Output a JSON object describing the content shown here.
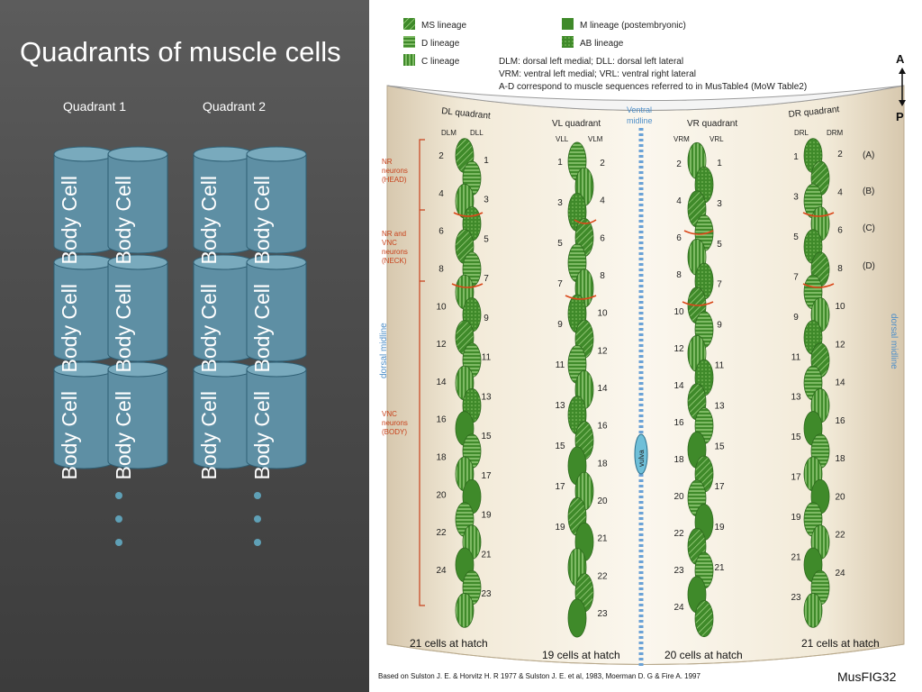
{
  "slide": {
    "title": "Quadrants of muscle cells",
    "quadrant_labels": [
      "Quadrant 1",
      "Quadrant 2"
    ],
    "cell_text": [
      "Cell",
      "Body"
    ]
  },
  "figure": {
    "legend": {
      "ms": "MS lineage",
      "d": "D lineage",
      "c": "C lineage",
      "m": "M lineage (postembryonic)",
      "ab": "AB lineage"
    },
    "notes": [
      "DLM: dorsal left medial; DLL: dorsal left lateral",
      "VRM: ventral left medial; VRL: ventral right lateral",
      "A-D correspond to muscle sequences referred to in MusTable4 (MoW Table2)"
    ],
    "axis": {
      "anterior": "A",
      "posterior": "P"
    },
    "quadrants": {
      "dl": {
        "title": "DL quadrant",
        "cols": [
          "DLM",
          "DLL"
        ],
        "left": [
          "2",
          "4",
          "6",
          "8",
          "10",
          "12",
          "14",
          "16",
          "18",
          "20",
          "22",
          "24"
        ],
        "right": [
          "1",
          "3",
          "5",
          "7",
          "9",
          "11",
          "13",
          "15",
          "17",
          "19",
          "21",
          "23"
        ],
        "footer": "21 cells at hatch"
      },
      "vl": {
        "title": "VL quadrant",
        "cols": [
          "VLL",
          "VLM"
        ],
        "left": [
          "1",
          "3",
          "5",
          "7",
          "9",
          "11",
          "13",
          "15",
          "17",
          "19"
        ],
        "right": [
          "2",
          "4",
          "6",
          "8",
          "10",
          "12",
          "14",
          "16",
          "18",
          "20",
          "21",
          "22",
          "23"
        ],
        "footer": "19 cells at hatch"
      },
      "vr": {
        "title": "VR quadrant",
        "cols": [
          "VRM",
          "VRL"
        ],
        "left": [
          "2",
          "4",
          "6",
          "8",
          "10",
          "12",
          "14",
          "16",
          "18",
          "20",
          "22",
          "23",
          "24"
        ],
        "right": [
          "1",
          "3",
          "5",
          "7",
          "9",
          "11",
          "13",
          "15",
          "17",
          "19",
          "21"
        ],
        "footer": "20 cells at hatch"
      },
      "dr": {
        "title": "DR quadrant",
        "cols": [
          "DRL",
          "DRM"
        ],
        "left": [
          "1",
          "3",
          "5",
          "7",
          "9",
          "11",
          "13",
          "15",
          "17",
          "19",
          "21",
          "23"
        ],
        "right": [
          "2",
          "4",
          "6",
          "8",
          "10",
          "12",
          "14",
          "16",
          "18",
          "20",
          "22",
          "24"
        ],
        "footer": "21 cells at hatch"
      }
    },
    "ventral_midline": [
      "Ventral",
      "midline"
    ],
    "vulva": "vulva",
    "dorsal_midline": "dorsal midline",
    "row_letters": [
      "(A)",
      "(B)",
      "(C)",
      "(D)"
    ],
    "neuron_labels": {
      "head": [
        "NR",
        "neurons",
        "(HEAD)"
      ],
      "neck": [
        "NR and",
        "VNC",
        "neurons",
        "(NECK)"
      ],
      "body": [
        "VNC",
        "neurons",
        "(BODY)"
      ]
    },
    "citation": "Based on Sulston J. E. & Horvitz H. R 1977 & Sulston J. E. et al, 1983, Moerman D. G & Fire A. 1997",
    "fig_id": "MusFIG32"
  }
}
